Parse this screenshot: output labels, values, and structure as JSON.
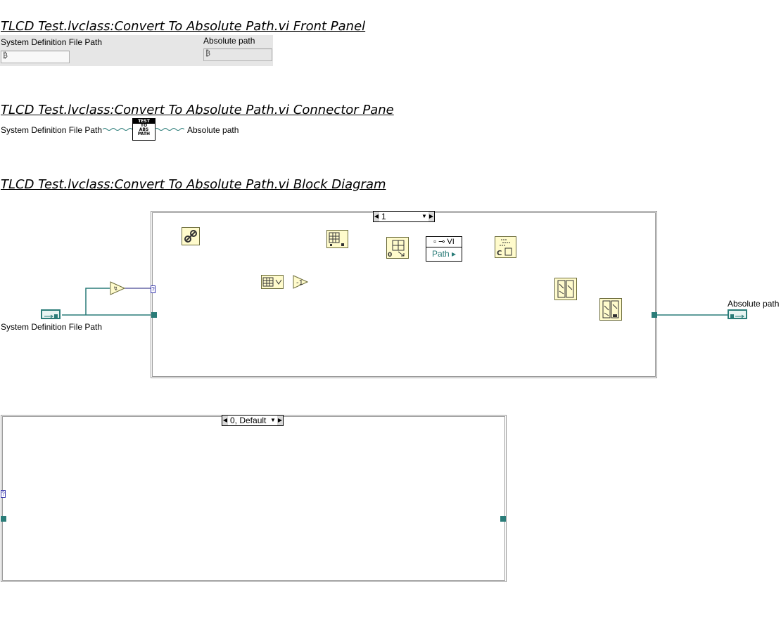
{
  "sections": {
    "front_panel_title": "TLCD Test.lvclass:Convert To Absolute Path.vi Front Panel",
    "connector_pane_title": "TLCD Test.lvclass:Convert To Absolute Path.vi Connector Pane",
    "block_diagram_title": "TLCD Test.lvclass:Convert To Absolute Path.vi Block Diagram"
  },
  "front_panel": {
    "input_label": "System Definition File Path",
    "output_label": "Absolute path",
    "path_glyph": "₿"
  },
  "connector_pane": {
    "input_label": "System Definition File Path",
    "output_label": "Absolute path",
    "icon_top": "TEST",
    "icon_lines": [
      "TO",
      "ABS",
      "PATH"
    ]
  },
  "block_diagram": {
    "case_top_selector": "1",
    "case_bottom_selector": "0, Default",
    "input_terminal_label": "System Definition File Path",
    "output_terminal_label": "Absolute path",
    "property_node_header": "VI",
    "property_node_property": "Path",
    "tunnel_glyph": "?"
  },
  "colors": {
    "path_wire": "#2a7c78",
    "string_wire": "#d200d2",
    "refnum_wire": "#1a1a7a",
    "error_wire": "#c8b400"
  }
}
